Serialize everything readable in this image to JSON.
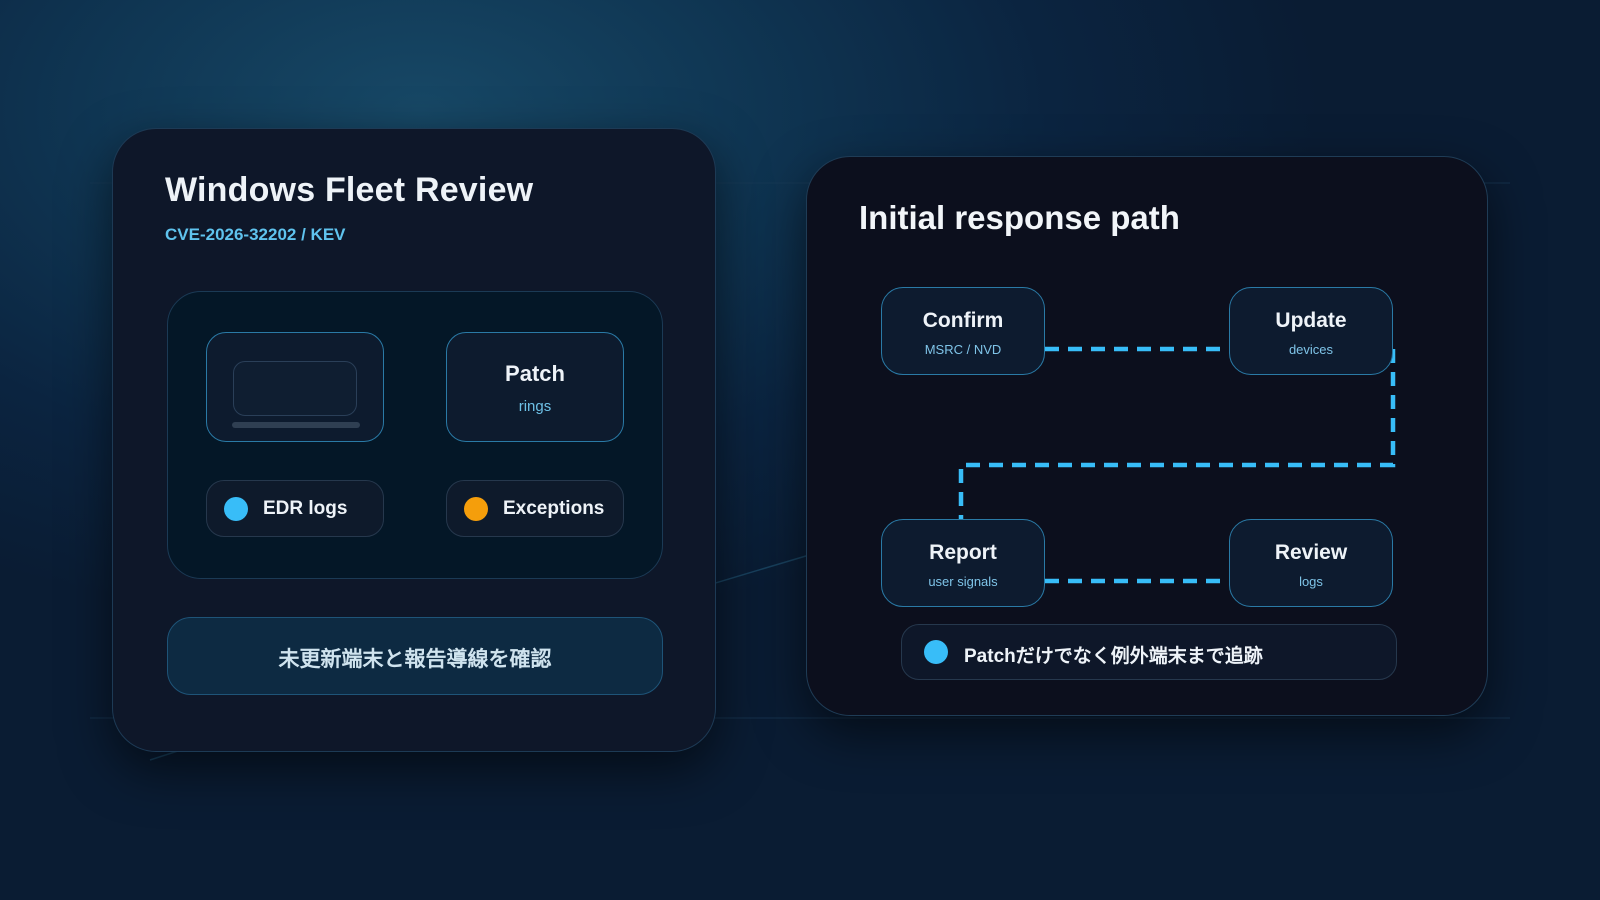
{
  "colors": {
    "accent": "#38bdf8",
    "warning": "#f59e0b",
    "card_bg": "#0e1729",
    "text_primary": "#eef3f8"
  },
  "left_card": {
    "title": "Windows Fleet Review",
    "subtitle": "CVE-2026-32202 / KEV",
    "device_tile": {
      "icon": "laptop-icon"
    },
    "patch_tile": {
      "label": "Patch",
      "sub": "rings"
    },
    "status_pills": [
      {
        "label": "EDR logs",
        "dot_color": "#38bdf8"
      },
      {
        "label": "Exceptions",
        "dot_color": "#f59e0b"
      }
    ],
    "action_label": "未更新端末と報告導線を確認"
  },
  "right_card": {
    "title": "Initial response path",
    "nodes": [
      {
        "label": "Confirm",
        "sub": "MSRC / NVD"
      },
      {
        "label": "Update",
        "sub": "devices"
      },
      {
        "label": "Report",
        "sub": "user signals"
      },
      {
        "label": "Review",
        "sub": "logs"
      }
    ],
    "note": {
      "text": "Patchだけでなく例外端末まで追跡",
      "dot_color": "#38bdf8"
    }
  }
}
